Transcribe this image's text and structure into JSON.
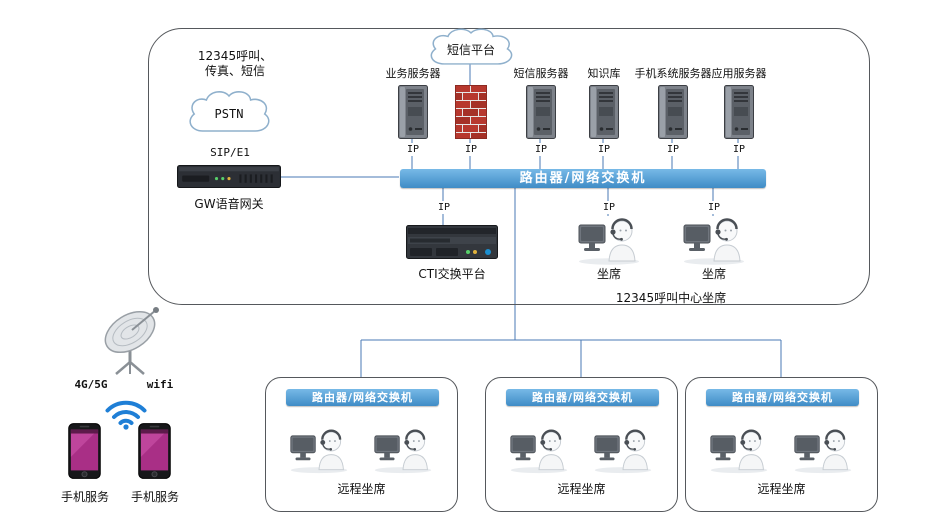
{
  "main": {
    "access_line1": "12345呼叫、",
    "access_line2": "传真、短信",
    "pstn_label": "PSTN",
    "trunk_label": "SIP/E1",
    "gateway_label": "GW语音网关",
    "sms_platform_label": "短信平台",
    "router_label": "路由器/网络交换机",
    "ip_label": "IP",
    "server_labels": [
      "业务服务器",
      "短信服务器",
      "知识库",
      "手机系统服务器",
      "应用服务器"
    ],
    "cti_label": "CTI交换平台",
    "agent_label": "坐席",
    "center_caption": "12345呼叫中心坐席"
  },
  "remote": {
    "router_label": "路由器/网络交换机",
    "caption": "远程坐席"
  },
  "mobile": {
    "cellular_label": "4G/5G",
    "wifi_label": "wifi",
    "service_label": "手机服务"
  },
  "icons": {
    "cloud": "cloud-icon",
    "tower_server": "tower-server-icon",
    "firewall": "firewall-icon",
    "voice_gateway": "rack-gateway-icon",
    "cti_server": "rack-server-icon",
    "agent": "call-agent-icon",
    "satellite": "satellite-dish-icon",
    "wifi": "wifi-signal-icon",
    "phone": "smartphone-icon"
  },
  "colors": {
    "router_bar_blue": "#4795d1",
    "connector_line": "#4a7ab5",
    "firewall_red": "#b7382e",
    "wifi_blue": "#1f7fd6"
  }
}
